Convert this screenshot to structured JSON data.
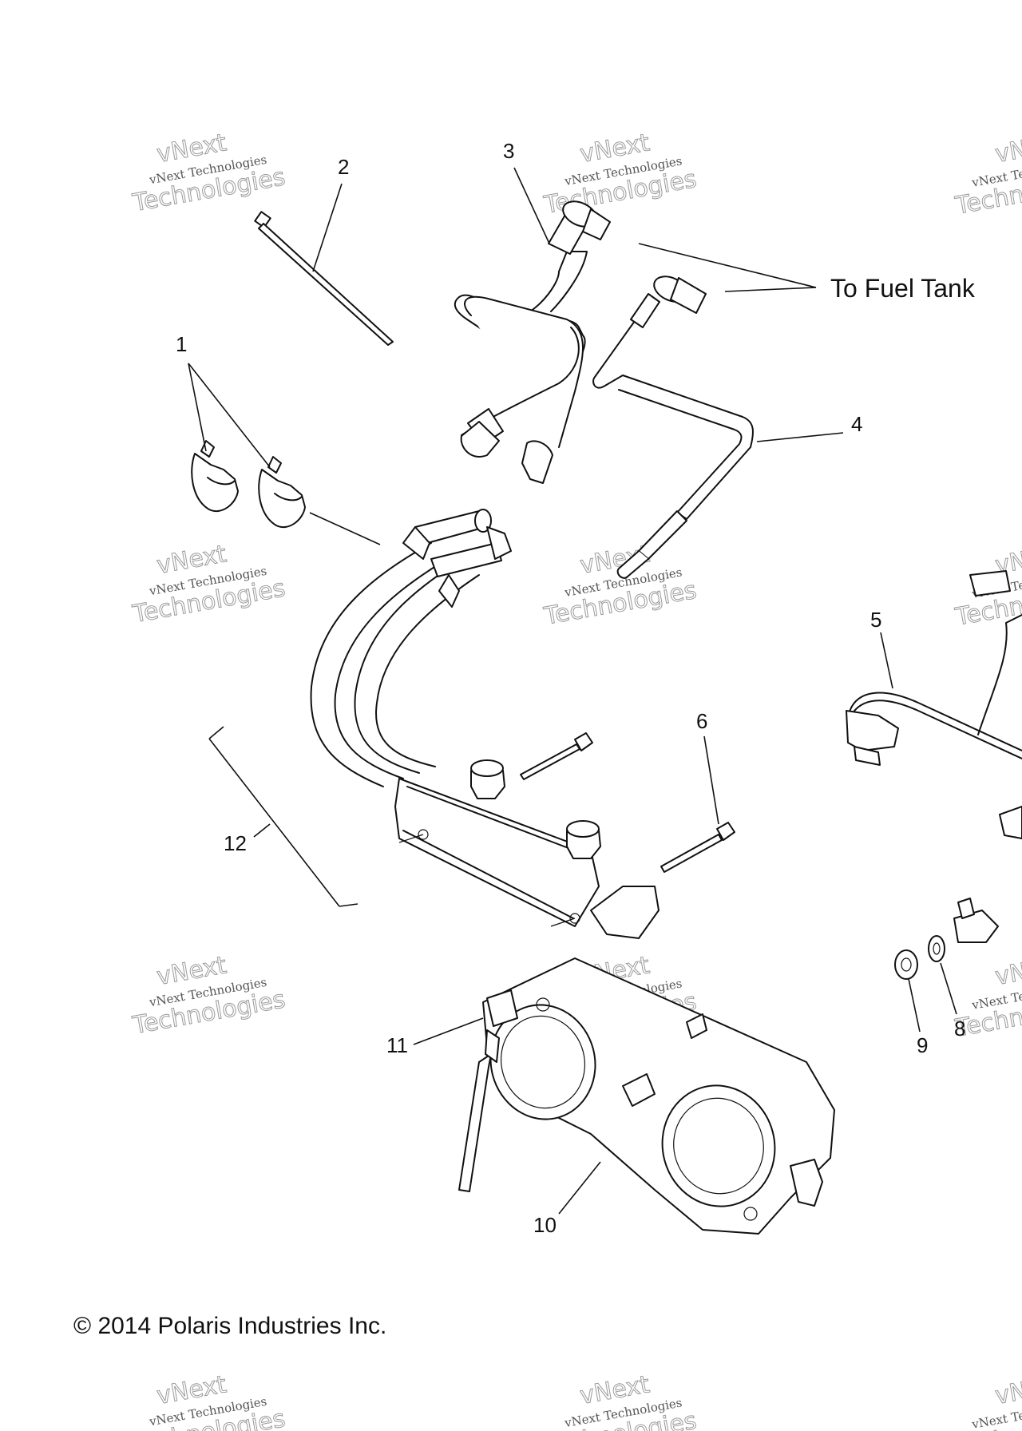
{
  "callouts": [
    "1",
    "2",
    "3",
    "4",
    "5",
    "6",
    "8",
    "9",
    "10",
    "11",
    "12"
  ],
  "annotation": "To Fuel Tank",
  "copyright": "© 2014 Polaris Industries Inc.",
  "watermark": {
    "line_small": "vNext Technologies",
    "line_big": "Technologies",
    "line_top": "vNext"
  }
}
